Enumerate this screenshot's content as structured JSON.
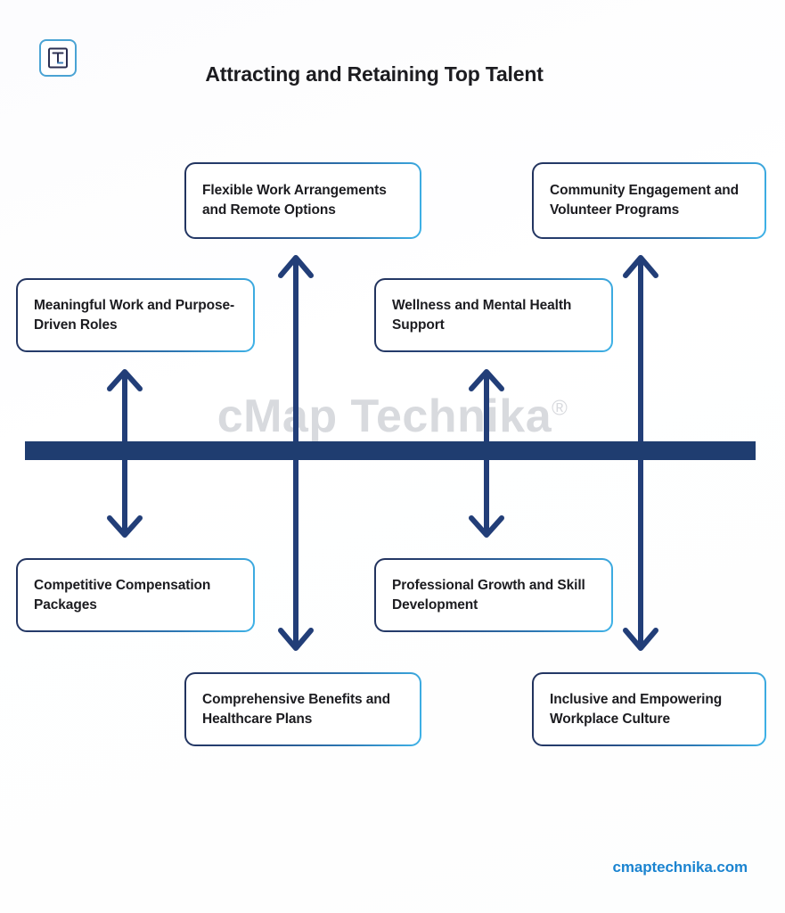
{
  "header": {
    "title": "Attracting and Retaining Top Talent",
    "logo_icon": "cmap-technika-logo-icon"
  },
  "watermark": {
    "text": "cMap Technika",
    "mark": "®"
  },
  "footer": {
    "url": "cmaptechnika.com"
  },
  "colors": {
    "bar": "#1f3d70",
    "arrow": "#223e78",
    "border_gradient_start": "#22325c",
    "border_gradient_end": "#3fb3e8",
    "title_text": "#1c1c20",
    "footer_link": "#1b84d0",
    "watermark": "#d8dade",
    "logo_border": "#4aa3d4"
  },
  "diagram": {
    "type": "timeline-fishbone",
    "nodes": [
      {
        "id": "flexible",
        "label": "Flexible Work Arrangements and Remote Options",
        "side": "above",
        "column": 2
      },
      {
        "id": "community",
        "label": "Community Engagement and Volunteer Programs",
        "side": "above",
        "column": 4
      },
      {
        "id": "meaningful",
        "label": "Meaningful Work and Purpose-Driven Roles",
        "side": "above",
        "column": 1
      },
      {
        "id": "wellness",
        "label": "Wellness and Mental Health Support",
        "side": "above",
        "column": 3
      },
      {
        "id": "compensation",
        "label": "Competitive Compensation Packages",
        "side": "below",
        "column": 1
      },
      {
        "id": "professional",
        "label": "Professional Growth and Skill Development",
        "side": "below",
        "column": 3
      },
      {
        "id": "benefits",
        "label": "Comprehensive Benefits and Healthcare Plans",
        "side": "below",
        "column": 2
      },
      {
        "id": "inclusive",
        "label": "Inclusive and Empowering Workplace Culture",
        "side": "below",
        "column": 4
      }
    ],
    "connectors": [
      {
        "id": "connector-column-1",
        "icon": "double-headed-vertical-arrow-icon"
      },
      {
        "id": "connector-column-2",
        "icon": "double-headed-vertical-arrow-icon"
      },
      {
        "id": "connector-column-3",
        "icon": "double-headed-vertical-arrow-icon"
      },
      {
        "id": "connector-column-4",
        "icon": "double-headed-vertical-arrow-icon"
      }
    ]
  }
}
